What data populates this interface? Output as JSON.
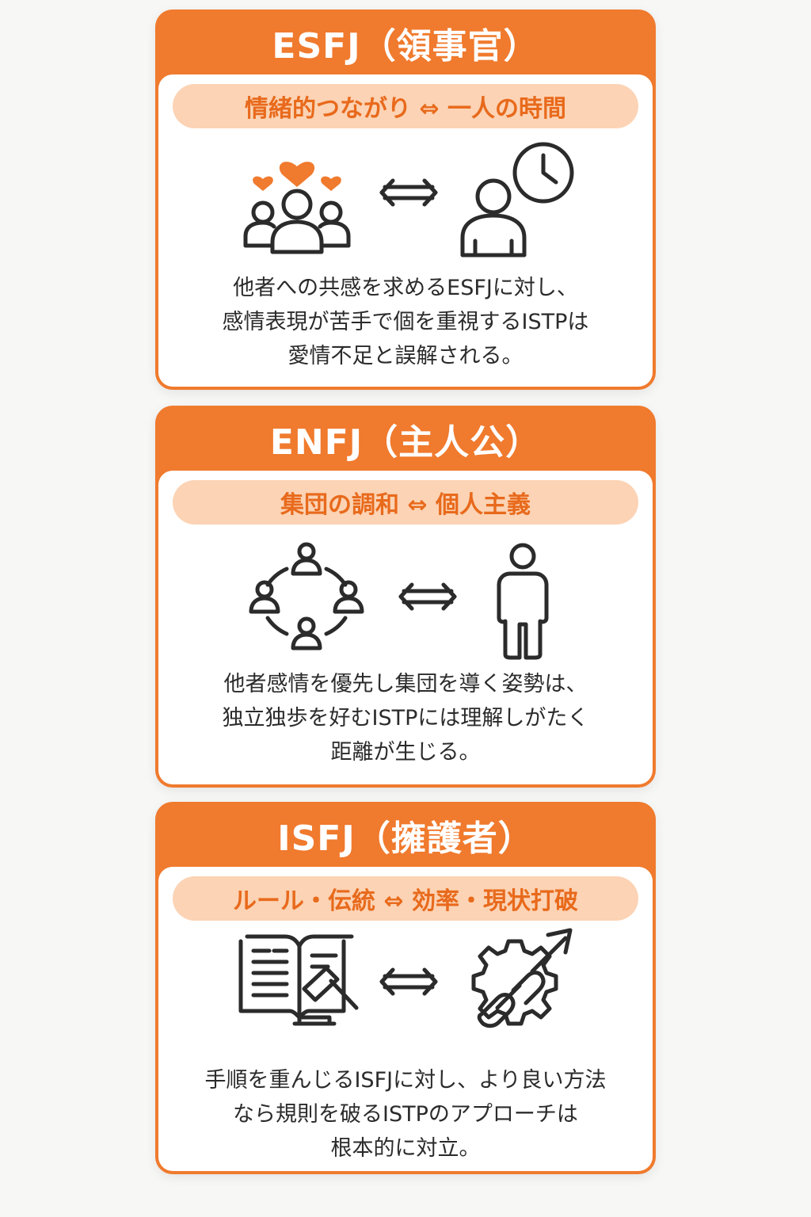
{
  "colors": {
    "accent": "#f07a2d",
    "pill_bg": "#fcd3b4",
    "pill_text": "#e86a1c",
    "text": "#2b2b2b",
    "icon_stroke": "#2b2b2b",
    "heart": "#f07a2d"
  },
  "cards": [
    {
      "title": "ESFJ（領事官）",
      "subtitle": "情緒的つながり ⇔ 一人の時間",
      "left_icon": "group-with-hearts-icon",
      "arrow": "⇔",
      "right_icon": "person-with-clock-icon",
      "description": [
        "他者への共感を求めるESFJに対し、",
        "感情表現が苦手で個を重視するISTPは",
        "愛情不足と誤解される。"
      ]
    },
    {
      "title": "ENFJ（主人公）",
      "subtitle": "集団の調和 ⇔ 個人主義",
      "left_icon": "people-circle-icon",
      "arrow": "⇔",
      "right_icon": "standing-person-icon",
      "description": [
        "他者感情を優先し集団を導く姿勢は、",
        "独立独歩を好むISTPには理解しがたく",
        "距離が生じる。"
      ]
    },
    {
      "title": "ISFJ（擁護者）",
      "subtitle": "ルール・伝統 ⇔ 効率・現状打破",
      "left_icon": "rulebook-gavel-icon",
      "arrow": "⇔",
      "right_icon": "gear-broken-chain-arrow-icon",
      "description": [
        "手順を重んじるISFJに対し、より良い方法",
        "なら規則を破るISTPのアプローチは",
        "根本的に対立。"
      ]
    }
  ]
}
